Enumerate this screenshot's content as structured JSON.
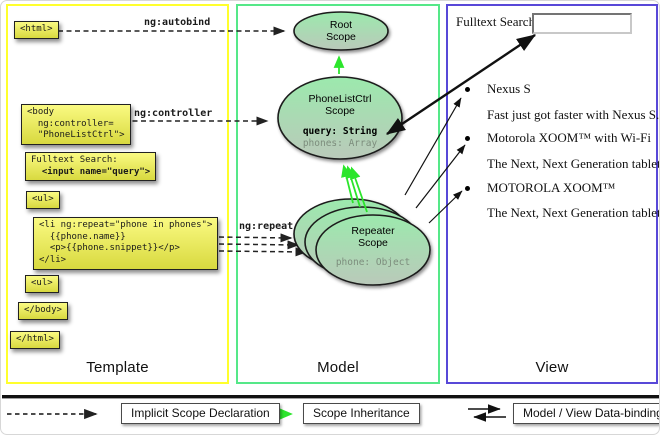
{
  "tpl": {
    "label": "Template",
    "html_open": "<html>",
    "body_open": [
      "<body",
      "  ng:controller=",
      "  \"PhoneListCtrl\">"
    ],
    "fulltext_line1": "Fulltext Search:",
    "fulltext_line2": "  <input name=\"query\">",
    "ul_open": "<ul>",
    "li_lines": [
      "<li ng:repeat=\"phone in phones\">",
      "  {{phone.name}}",
      "  <p>{{phone.snippet}}</p>",
      "</li>"
    ],
    "ul_close": "<ul>",
    "body_close": "</body>",
    "html_close": "</html>"
  },
  "ann": {
    "autobind": "ng:autobind",
    "controller": "ng:controller",
    "repeat": "ng:repeat"
  },
  "model": {
    "label": "Model",
    "root_title": [
      "Root",
      "Scope"
    ],
    "phonelist_title": [
      "PhoneListCtrl",
      "Scope"
    ],
    "phonelist_prop_query": "query: String",
    "phonelist_prop_phones": "phones: Array",
    "repeater_title": [
      "Repeater",
      "Scope"
    ],
    "repeater_prop_phone": "phone: Object"
  },
  "view": {
    "label": "View",
    "search_label": "Fulltext Search:",
    "search_value": "",
    "items": [
      {
        "title": "Nexus S",
        "desc": "Fast just got faster with Nexus S."
      },
      {
        "title": "Motorola XOOM™  with Wi-Fi",
        "desc": "The Next, Next Generation tablet."
      },
      {
        "title": "MOTOROLA XOOM™",
        "desc": "The Next, Next Generation tablet."
      }
    ]
  },
  "legend": {
    "implicit": "Implicit Scope Declaration",
    "inheritance": "Scope Inheritance",
    "binding": "Model / View Data-binding"
  },
  "colors": {
    "template_border": "#ffff2d",
    "model_border": "#55e888",
    "view_border": "#5848d8",
    "scope_fill_top": "#9ce9ad",
    "scope_fill_bottom": "#bac9ba",
    "code_box_top": "#fafa82",
    "code_box_bottom": "#d8d93f",
    "green_arrow": "#2ce52c"
  }
}
